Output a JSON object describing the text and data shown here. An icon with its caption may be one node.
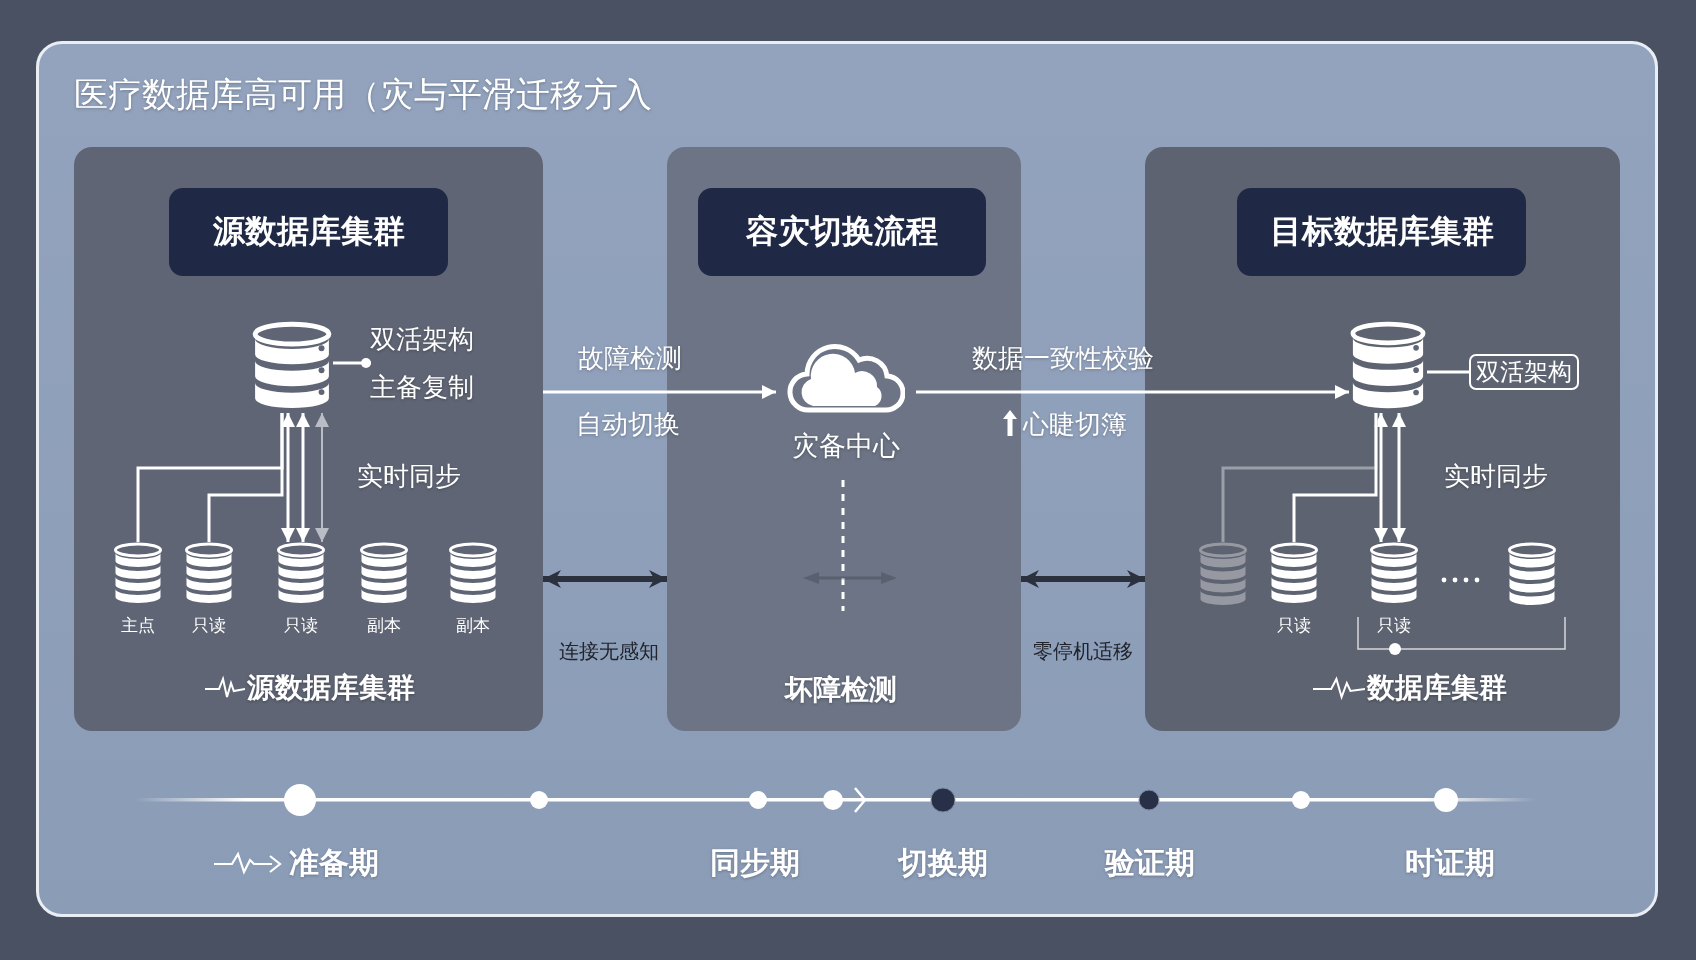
{
  "diagram": {
    "title": "医疗数据库高可用（灾与平滑迁移方入",
    "nodes": [
      {
        "text": [
          "源数据库集群"
        ]
      },
      {
        "text": [
          "源数据库集群"
        ],
        "in": 0
      },
      {
        "text": [],
        "shape": "cylinder",
        "in": 0,
        "beside": [
          "双活架构",
          "主备复制"
        ]
      },
      {
        "text": [
          "主点"
        ],
        "in": 0
      },
      {
        "text": [
          "只读"
        ],
        "in": 0
      },
      {
        "text": [
          "只读"
        ],
        "in": 0
      },
      {
        "text": [
          "副本"
        ],
        "in": 0
      },
      {
        "text": [
          "副本"
        ],
        "in": 0
      },
      {
        "text": [
          "坏障检测"
        ]
      },
      {
        "text": [
          "容灾切换流程"
        ],
        "in": 8
      },
      {
        "text": [
          "灾备中心"
        ],
        "in": 8
      },
      {
        "text": [
          "数据库集群"
        ]
      },
      {
        "text": [
          "目标数据库集群"
        ],
        "in": 11
      },
      {
        "text": [],
        "shape": "cylinder",
        "in": 11
      },
      {
        "text": [
          "双活架构"
        ],
        "in": 11
      },
      {
        "text": [],
        "shape": "cylinder",
        "in": 11
      },
      {
        "text": [
          "只读"
        ],
        "in": 11
      },
      {
        "text": [
          "只读"
        ],
        "in": 11
      },
      {
        "text": [],
        "shape": "cylinder",
        "in": 11
      }
    ],
    "edges": [
      {
        "from": 2,
        "to": 5,
        "arrow": "both"
      },
      {
        "from": 2,
        "to": 5,
        "arrow": "both"
      },
      {
        "from": 2,
        "to": 5,
        "arrow": "both",
        "color": "#b9bdc6"
      },
      {
        "from": 2,
        "to": 3,
        "arrow": "none"
      },
      {
        "from": 2,
        "to": 4,
        "arrow": "none"
      },
      {
        "from": 0,
        "to": 10,
        "arrow": "to",
        "label": "故障检测"
      },
      {
        "from": 10,
        "to": 13,
        "arrow": "to",
        "label": "数据一致性校验"
      },
      {
        "from": 0,
        "to": 8,
        "arrow": "both",
        "style": "thick",
        "color": "#2b313d"
      },
      {
        "from": 8,
        "to": 11,
        "arrow": "both",
        "style": "thick",
        "color": "#2b313d"
      },
      {
        "from": 13,
        "to": 17,
        "arrow": "both"
      },
      {
        "from": 13,
        "to": 17,
        "arrow": "both"
      },
      {
        "from": 13,
        "to": 15,
        "arrow": "none",
        "color": "#9a9fa9"
      },
      {
        "from": 13,
        "to": 16,
        "arrow": "none"
      },
      {
        "from": 13,
        "to": 14,
        "arrow": "none"
      },
      {
        "from": 2,
        "to": null,
        "arrow": "other"
      }
    ],
    "labels": [
      "实时同步",
      "自动切换",
      "心睫切簿",
      "连接无感知",
      "零停机适移",
      "实时同步",
      "准备期",
      "同步期",
      "切换期",
      "验证期",
      "时证期"
    ]
  }
}
